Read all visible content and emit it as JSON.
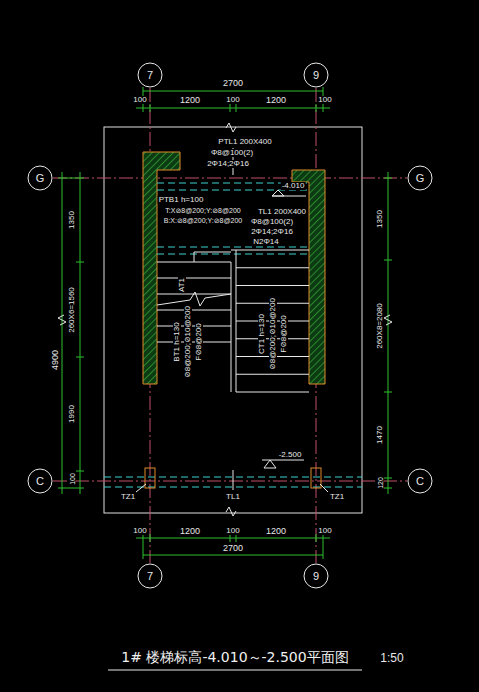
{
  "diagram": {
    "title": "1# 楼梯标高-4.010～-2.500平面图",
    "labels": [
      "7",
      "9",
      "7",
      "9",
      "G",
      "G",
      "C",
      "C",
      "2700",
      "100",
      "1200",
      "100",
      "1200",
      "100",
      "PTL1 200X400",
      "Φ8@100(2)",
      "2Φ14;2Φ16",
      "-4.010",
      "PTB1 h=100",
      "T:X⊘8@200;Y:⊘8@200",
      "B:X:⊘8@200;Y:⊘8@200",
      "TL1 200X400",
      "Φ8@100(2)",
      "2Φ14;2Φ16",
      "N2Φ14",
      "AT1",
      "BT1 h=130",
      "⊘8@200;⊘10@200",
      "F⊘8@200",
      "CT1 h=130",
      "⊘8@200;⊘10@200",
      "F⊘8@200",
      "-2.500",
      "TZ1",
      "TL1",
      "TZ1",
      "100",
      "1200",
      "100",
      "1200",
      "100",
      "2700",
      "1350",
      "260X6=1560",
      "1990",
      "100",
      "4900",
      "1350",
      "260X8=2080",
      "1470",
      "120",
      "1:50"
    ]
  }
}
